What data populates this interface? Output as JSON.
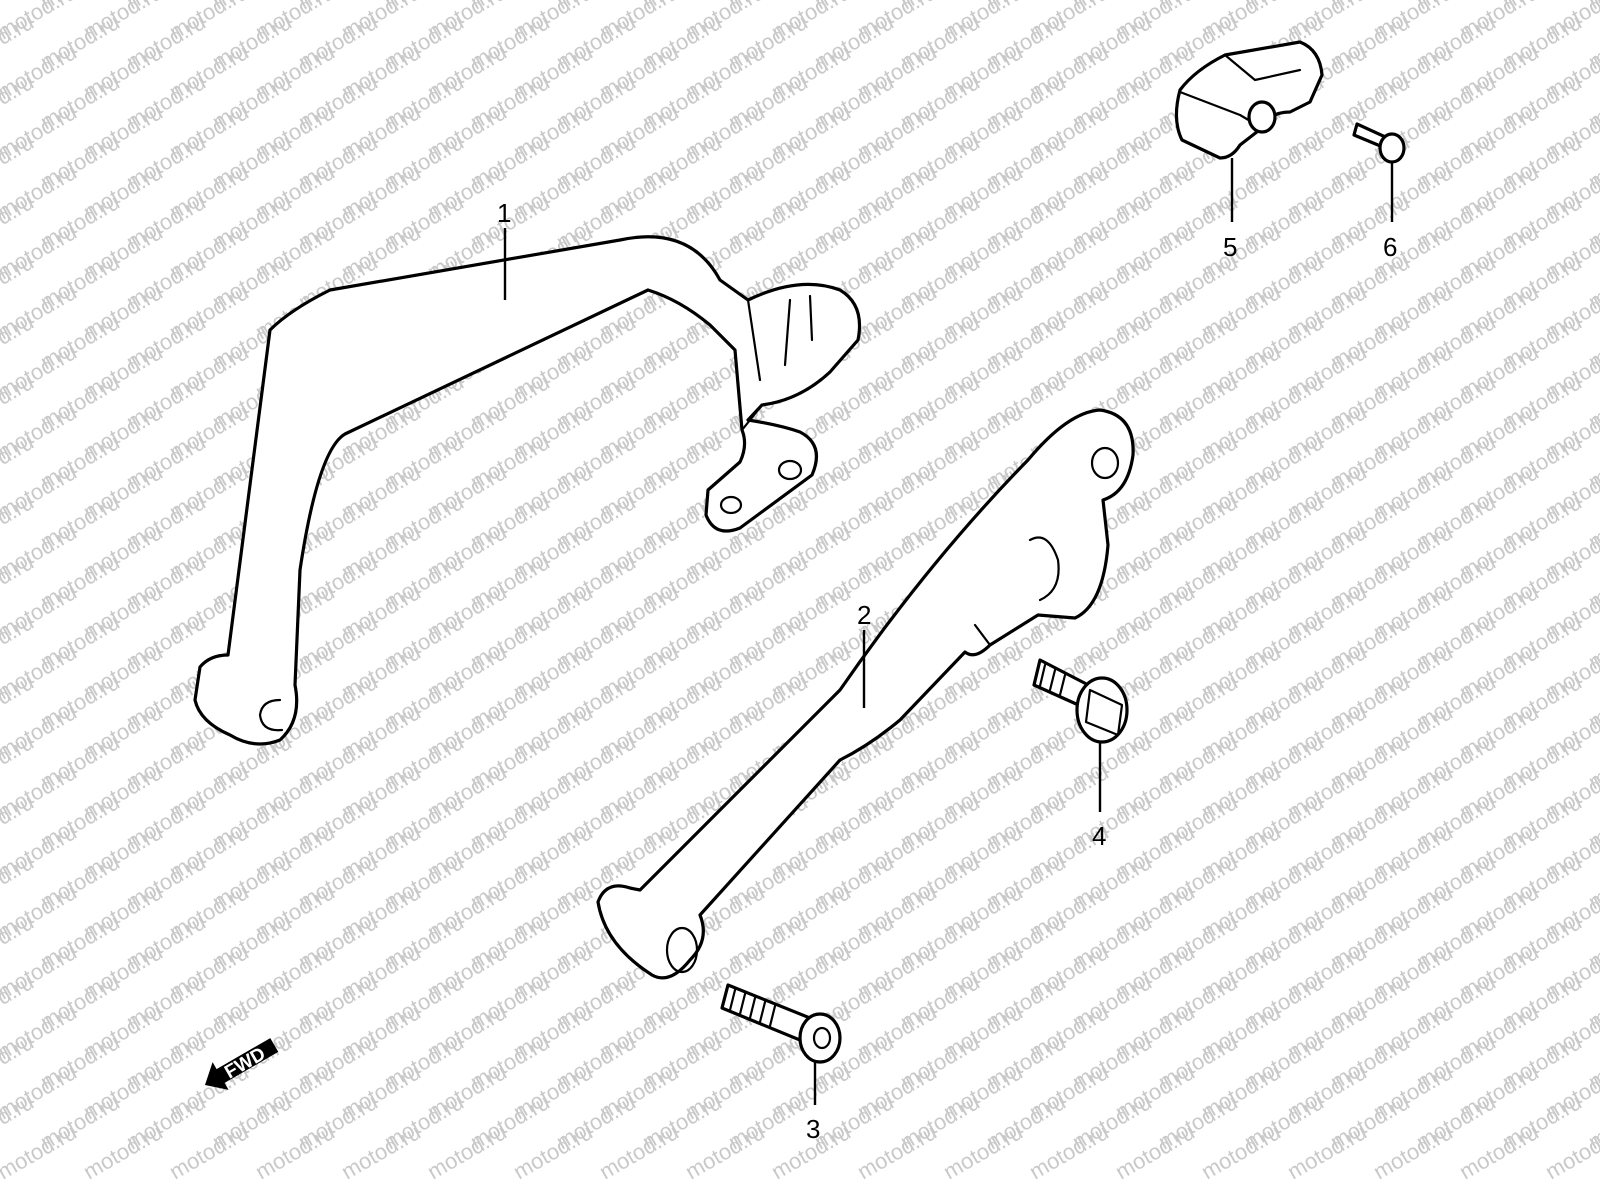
{
  "watermark": {
    "text": "motod.ru",
    "color": "#c9c9c9"
  },
  "callouts": [
    {
      "id": "1",
      "label": "1"
    },
    {
      "id": "2",
      "label": "2"
    },
    {
      "id": "3",
      "label": "3"
    },
    {
      "id": "4",
      "label": "4"
    },
    {
      "id": "5",
      "label": "5"
    },
    {
      "id": "6",
      "label": "6"
    }
  ],
  "direction_badge": {
    "label": "FWD",
    "icon": "arrow-left-down-icon"
  },
  "colors": {
    "line": "#000000",
    "background": "#ffffff"
  }
}
